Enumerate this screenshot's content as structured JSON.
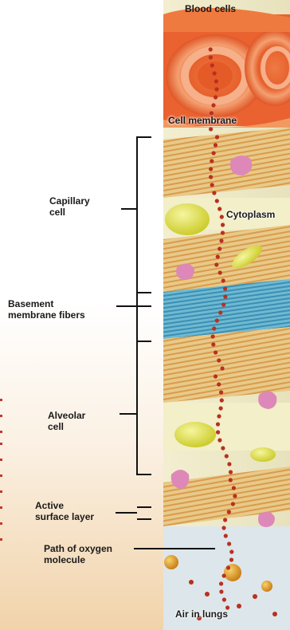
{
  "labels": {
    "blood_cells": "Blood cells",
    "cell_membrane": "Cell membrane",
    "capillary_cell": [
      "Capillary",
      "cell"
    ],
    "cytoplasm": "Cytoplasm",
    "basement_membrane": [
      "Basement",
      "membrane fibers"
    ],
    "alveolar_cell": [
      "Alveolar",
      "cell"
    ],
    "active_surface": [
      "Active",
      "surface layer"
    ],
    "oxygen_path": [
      "Path of oxygen",
      "molecule"
    ],
    "air_in_lungs": "Air in lungs"
  },
  "colors": {
    "blood_red": "#e05a2b",
    "oxygen_dot": "#b83020",
    "membrane_tan": "#e6c987",
    "fiber_blue": "#4fa7c8",
    "organelle_yellow": "#dcdc3c",
    "organelle_pink": "#dd88b8",
    "leader_line": "#111111"
  }
}
